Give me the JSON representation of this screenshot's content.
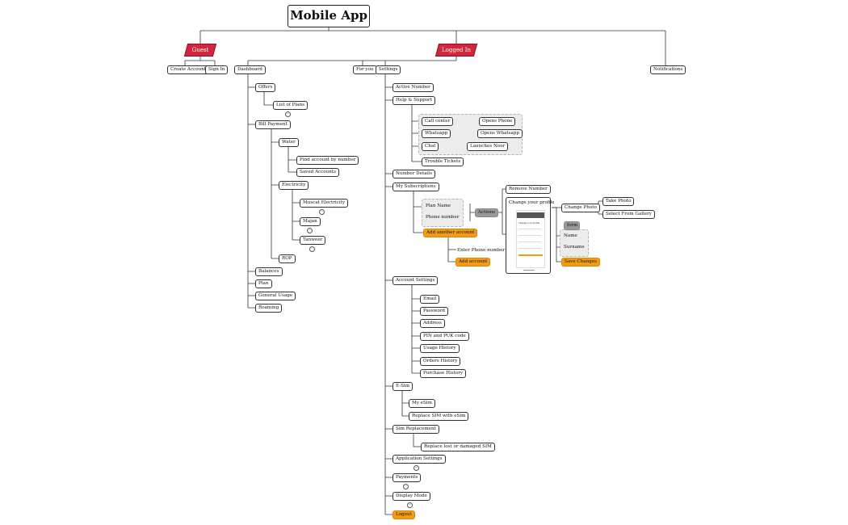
{
  "title": "Mobile App",
  "roots": {
    "guest": "Guest",
    "logged_in": "Logged In"
  },
  "nodes": {
    "create_account": "Create Account",
    "sign_in": "Sign In",
    "dashboard": "Dashboard",
    "for_you": "For you",
    "settings": "Settings",
    "notifications": "Notifications",
    "offers": "Offers",
    "list_of_plans": "List of Plans",
    "bill_payment": "Bill Payment",
    "water": "Water",
    "find_account": "Find account by number",
    "saved_accounts": "Saved Accounts",
    "electricity": "Electricity",
    "muscat_electricity": "Muscat Electricity",
    "majan": "Majan",
    "tanweer": "Tanweer",
    "rop": "ROP",
    "balances": "Balances",
    "plan": "Plan",
    "general_usage": "General Usage",
    "roaming": "Roaming",
    "active_number": "Active Number",
    "help_support": "Help & Support",
    "call_center": "Call center",
    "opens_phone": "Opens Phone",
    "whatsapp": "Whatsapp",
    "opens_whatsapp": "Opens Whatsapp",
    "chat": "Chat",
    "launches_noor": "Launches Noor",
    "trouble_tickets": "Trouble Tickets",
    "number_details": "Number Details",
    "my_subscriptions": "My Subscriptions",
    "plan_name": "Plan Name",
    "phone_number": "Phone number",
    "actions": "Actions",
    "remove_number": "Remove Number",
    "change_profile": "Change your profile",
    "change_photo": "Change Photo",
    "take_photo": "Take Photo",
    "select_gallery": "Select From Gallery",
    "form": "form",
    "name": "Name",
    "surname": "Surname",
    "save_changes": "Save Changes",
    "add_another_account": "Add another account",
    "enter_phone": "Enter Phone number",
    "add_account": "Add account",
    "account_settings": "Account Settings",
    "email": "Email",
    "password": "Password",
    "address": "Address",
    "pin_puk": "PIN and PUK code",
    "usage_history": "Usage History",
    "orders_history": "Orders History",
    "purchase_history": "Purchase History",
    "esim": "E-Sim",
    "my_esim": "My eSim",
    "replace_sim_esim": "Replace SIM with eSim",
    "sim_replacement": "Sim Replacement",
    "replace_lost": "Replace lost or damaged SIM",
    "application_settings": "Application Settings",
    "payments": "Payments",
    "display_mode": "Display Mode",
    "logout": "Logout"
  },
  "phone_preview": {
    "mini_title": "Change your profile"
  },
  "colors": {
    "root_red": "#d1263d",
    "highlight_orange": "#f39c12",
    "group_grey": "#ececec",
    "actions_grey": "#9a9a9a"
  },
  "icons": {
    "badge": "collapsed-badge-icon"
  }
}
